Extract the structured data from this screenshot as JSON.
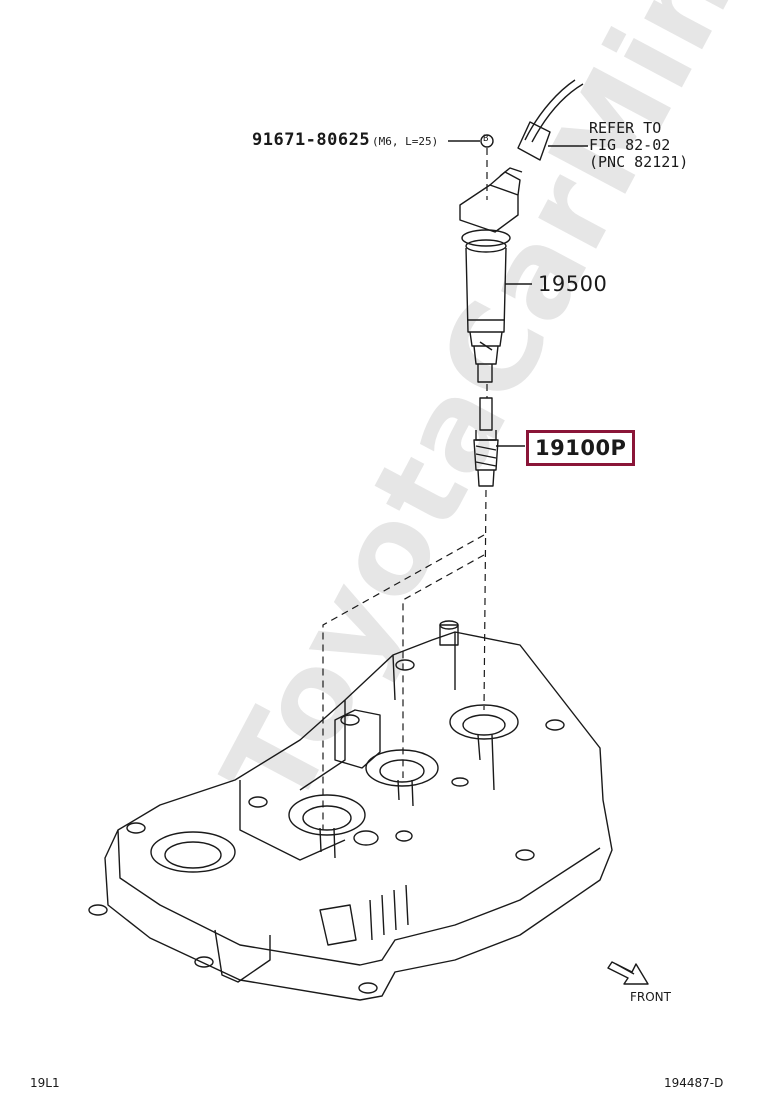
{
  "watermark": "ToyotaCarMine.ru",
  "callouts": {
    "bolt": {
      "part_no": "91671-80625",
      "spec": "(M6, L=25)",
      "marker": "B"
    },
    "refer": {
      "text": "REFER TO\nFIG 82-02\n(PNC 82121)"
    },
    "coil": {
      "part_no": "19500"
    },
    "plug": {
      "part_no": "19100P",
      "highlight_color": "#8a1538"
    }
  },
  "front": {
    "label": "FRONT"
  },
  "footer": {
    "left_code": "19L1",
    "right_code": "194487-D"
  }
}
